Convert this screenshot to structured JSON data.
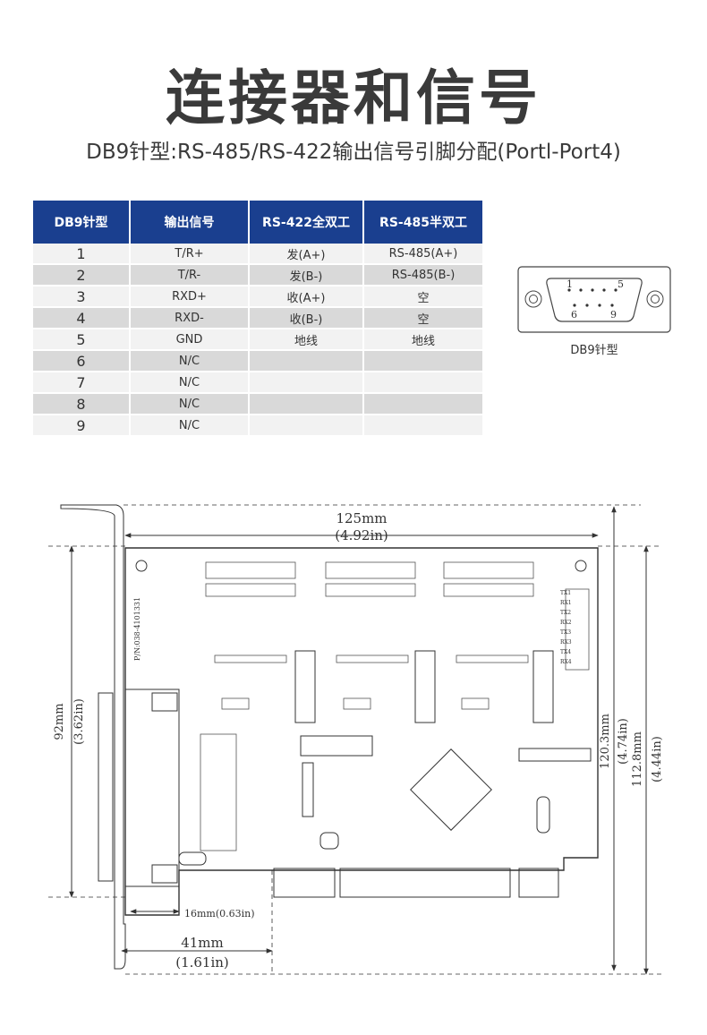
{
  "title": "连接器和信号",
  "subtitle": "DB9针型:RS-485/RS-422输出信号引脚分配(Portl-Port4)",
  "table": {
    "headers": [
      "DB9针型",
      "输出信号",
      "RS-422全双工",
      "RS-485半双工"
    ],
    "rows": [
      {
        "pin": "1",
        "signal": "T/R+",
        "rs422": "发(A+)",
        "rs485": "RS-485(A+)"
      },
      {
        "pin": "2",
        "signal": "T/R-",
        "rs422": "发(B-)",
        "rs485": "RS-485(B-)"
      },
      {
        "pin": "3",
        "signal": "RXD+",
        "rs422": "收(A+)",
        "rs485": "空"
      },
      {
        "pin": "4",
        "signal": "RXD-",
        "rs422": "收(B-)",
        "rs485": "空"
      },
      {
        "pin": "5",
        "signal": "GND",
        "rs422": "地线",
        "rs485": "地线"
      },
      {
        "pin": "6",
        "signal": "N/C",
        "rs422": "",
        "rs485": ""
      },
      {
        "pin": "7",
        "signal": "N/C",
        "rs422": "",
        "rs485": ""
      },
      {
        "pin": "8",
        "signal": "N/C",
        "rs422": "",
        "rs485": ""
      },
      {
        "pin": "9",
        "signal": "N/C",
        "rs422": "",
        "rs485": ""
      }
    ],
    "header_color": "#1a3f8f"
  },
  "connector": {
    "label": "DB9针型",
    "pin_1": "1",
    "pin_5": "5",
    "pin_6": "6",
    "pin_9": "9"
  },
  "drawing": {
    "width_mm": "125mm",
    "width_in": "(4.92in)",
    "height_left_mm": "92mm",
    "height_left_in": "(3.62in)",
    "height_right1_mm": "120.3mm",
    "height_right1_in": "(4.74in)",
    "height_right2_mm": "112.8mm",
    "height_right2_in": "(4.44in)",
    "bracket_offset": "16mm(0.63in)",
    "edge_mm": "41mm",
    "edge_in": "(1.61in)",
    "part_number": "P/N:038-4101331",
    "leds": [
      "TX1",
      "RX1",
      "TX2",
      "RX2",
      "TX3",
      "RX3",
      "TX4",
      "RX4"
    ]
  }
}
